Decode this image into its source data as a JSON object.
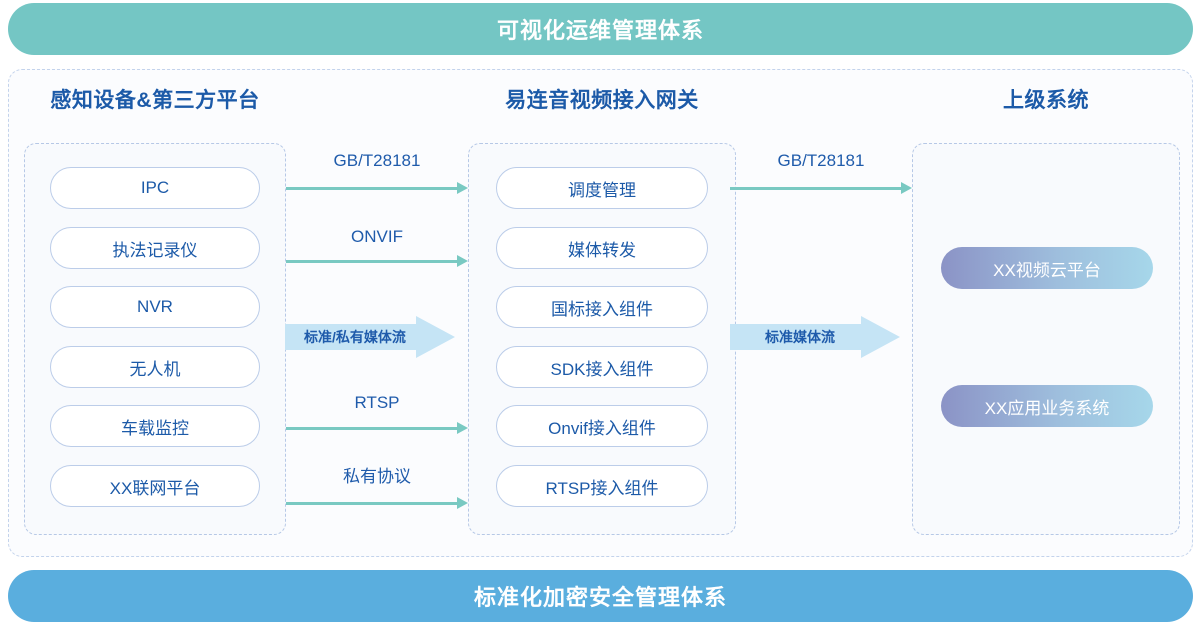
{
  "banners": {
    "top": "可视化运维管理体系",
    "bottom": "标准化加密安全管理体系",
    "top_color": "#74c6c4",
    "bottom_color": "#5aaede"
  },
  "columns": {
    "left": {
      "header": "感知设备&第三方平台",
      "items": [
        {
          "label": "IPC"
        },
        {
          "label": "执法记录仪"
        },
        {
          "label": "NVR"
        },
        {
          "label": "无人机"
        },
        {
          "label": "车载监控"
        },
        {
          "label": "XX联网平台"
        }
      ]
    },
    "middle": {
      "header": "易连音视频接入网关",
      "items": [
        {
          "label": "调度管理"
        },
        {
          "label": "媒体转发"
        },
        {
          "label": "国标接入组件"
        },
        {
          "label": "SDK接入组件"
        },
        {
          "label": "Onvif接入组件"
        },
        {
          "label": "RTSP接入组件"
        }
      ]
    },
    "right": {
      "header": "上级系统",
      "items": [
        {
          "label": "XX视频云平台"
        },
        {
          "label": "XX应用业务系统"
        }
      ],
      "gradient_from": "#8b93c6",
      "gradient_to": "#a6d7ea"
    }
  },
  "connectors": {
    "left_to_middle": [
      {
        "label": "GB/T28181"
      },
      {
        "label": "ONVIF"
      },
      {
        "label": "RTSP"
      },
      {
        "label": "私有协议"
      }
    ],
    "middle_to_right": [
      {
        "label": "GB/T28181"
      }
    ],
    "block_arrows": [
      {
        "label": "标准/私有媒体流"
      },
      {
        "label": "标准媒体流"
      }
    ],
    "arrow_color": "#79c9c2",
    "block_arrow_color": "#c5e4f5"
  }
}
